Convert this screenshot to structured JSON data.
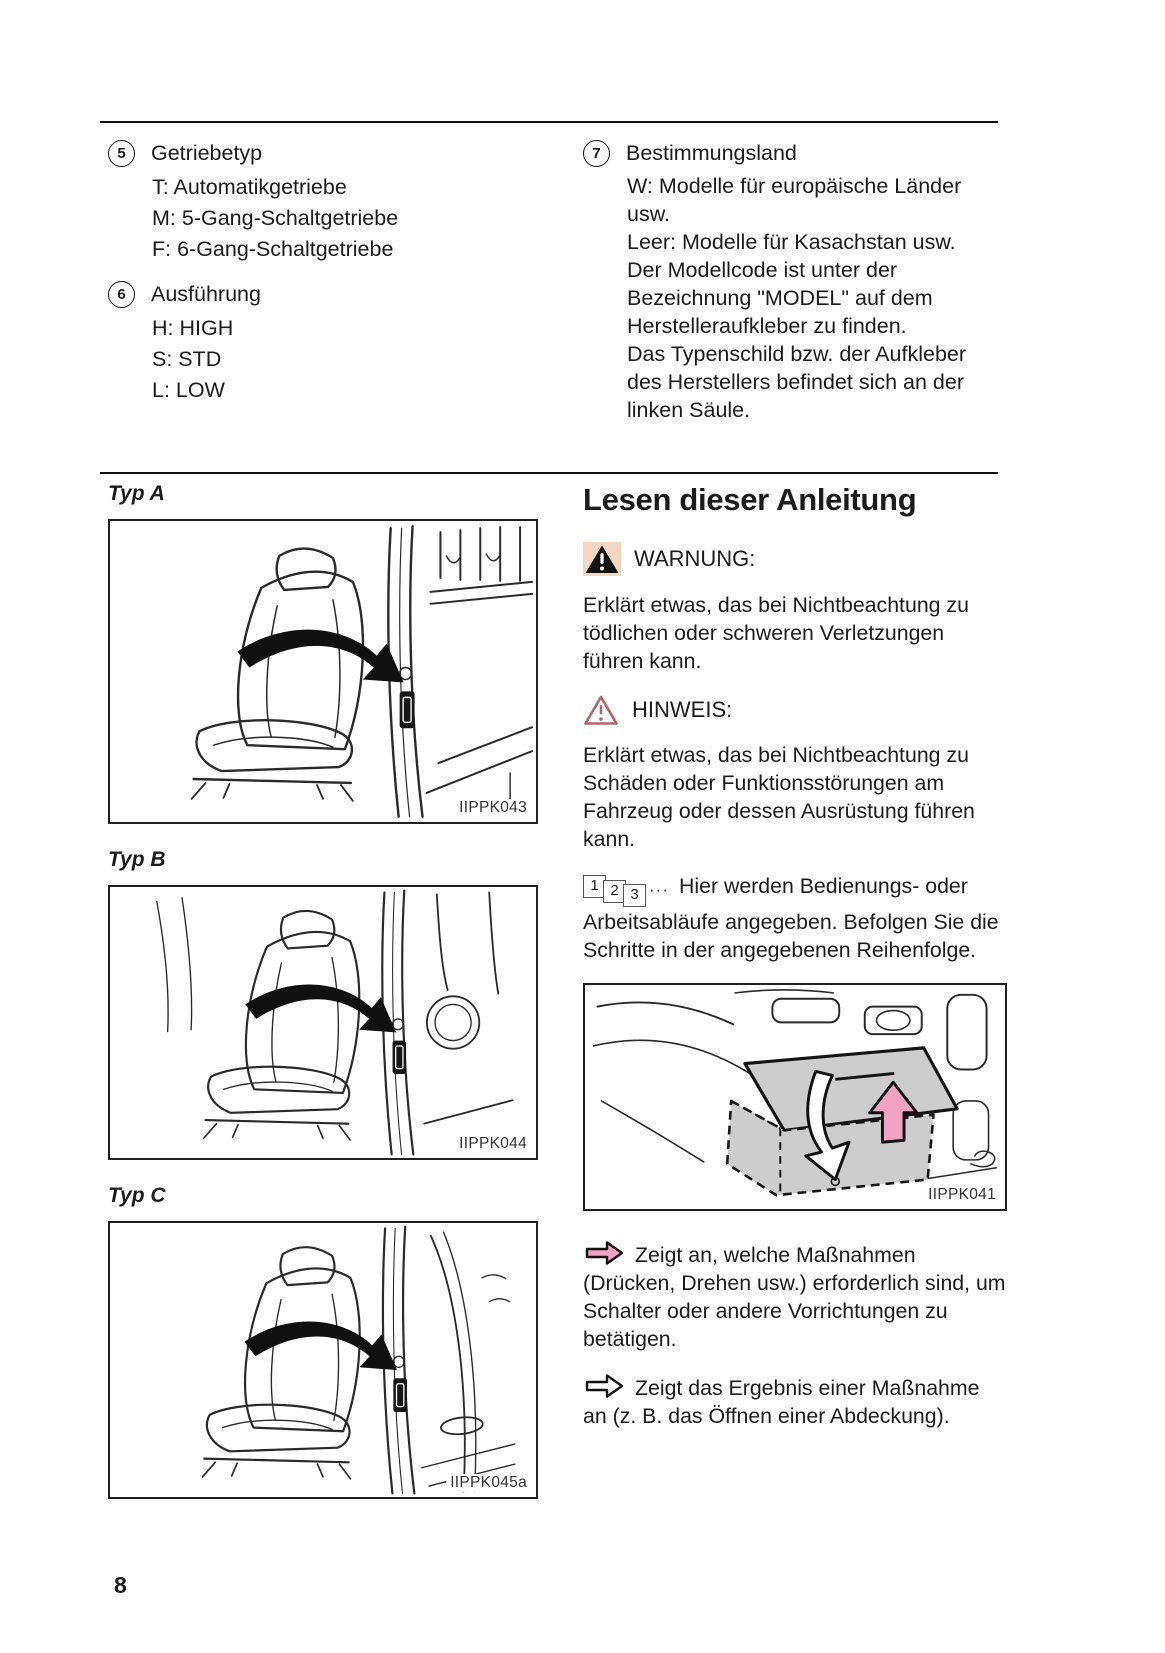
{
  "colors": {
    "ink": "#1b1b1b",
    "accent-pink": "#f2a2c3",
    "warn-bg": "#f3d7c3",
    "notice-red": "#b2666a",
    "fig-gray": "#cdcdcd"
  },
  "page": {
    "number": "8"
  },
  "legend": {
    "item5": {
      "num": "5",
      "title": "Getriebetyp",
      "lines": [
        "T: Automatikgetriebe",
        "M: 5-Gang-Schaltgetriebe",
        "F: 6-Gang-Schaltgetriebe"
      ]
    },
    "item6": {
      "num": "6",
      "title": "Ausführung",
      "lines": [
        "H: HIGH",
        "S: STD",
        "L: LOW"
      ]
    },
    "item7": {
      "num": "7",
      "title": "Bestimmungsland",
      "lines": [
        "W: Modelle für europäische Länder usw.",
        "Leer: Modelle für Kasachstan usw.",
        "Der Modellcode ist unter der Bezeichnung \"MODEL\" auf dem Herstelleraufkleber zu finden.",
        "Das Typenschild bzw. der Aufkleber des Herstellers befindet sich an der linken Säule."
      ]
    }
  },
  "figures": {
    "typ_a": {
      "label": "Typ A",
      "code": "IIPPK043"
    },
    "typ_b": {
      "label": "Typ B",
      "code": "IIPPK044"
    },
    "typ_c": {
      "label": "Typ C",
      "code": "IIPPK045a"
    },
    "console": {
      "code": "IIPPK041"
    }
  },
  "reading": {
    "title": "Lesen dieser Anleitung",
    "warning_label": "WARNUNG:",
    "warning_text": "Erklärt etwas, das bei Nichtbeachtung zu tödlichen oder schweren Verletzungen führen kann.",
    "notice_label": "HINWEIS:",
    "notice_text": "Erklärt etwas, das bei Nichtbeachtung zu Schäden oder Funktionsstörungen am Fahrzeug oder dessen Ausrüstung führen kann.",
    "steps": {
      "nums": [
        "1",
        "2",
        "3"
      ],
      "dots": "···",
      "text": "Hier werden Bedienungs- oder Arbeitsabläufe angegeben. Befolgen Sie die Schritte in der angegebenen Reihenfolge."
    },
    "action_text": "Zeigt an, welche Maßnahmen (Drücken, Drehen usw.) erforderlich sind, um Schalter oder andere Vorrichtungen zu betätigen.",
    "result_text": "Zeigt das Ergebnis einer Maßnahme an (z. B. das Öffnen einer Abdeckung)."
  }
}
